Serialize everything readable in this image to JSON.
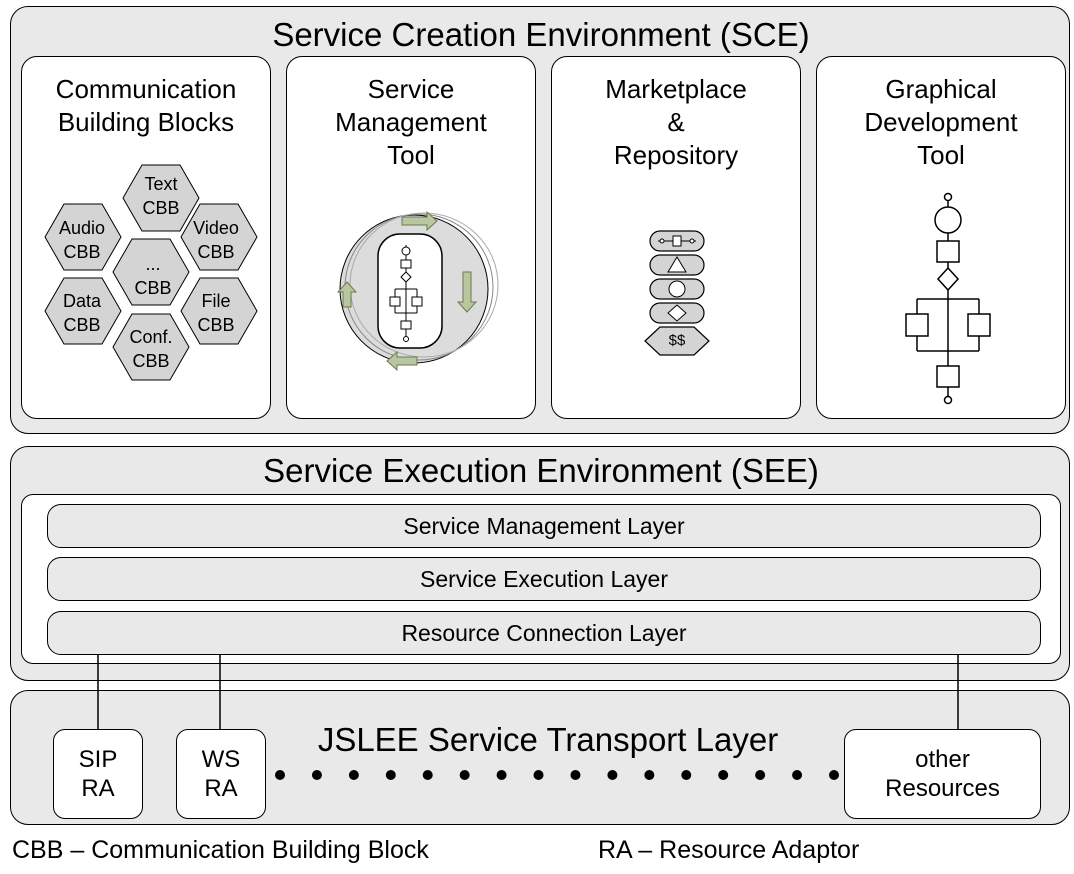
{
  "sce": {
    "title": "Service Creation Environment (SCE)",
    "panels": [
      {
        "title": "Communication\nBuilding Blocks"
      },
      {
        "title": "Service\nManagement\nTool"
      },
      {
        "title": "Marketplace\n&\nRepository"
      },
      {
        "title": "Graphical\nDevelopment\nTool"
      }
    ],
    "cbb_hexes": [
      {
        "label": "Text\nCBB"
      },
      {
        "label": "Audio\nCBB"
      },
      {
        "label": "Video\nCBB"
      },
      {
        "label": "...\nCBB"
      },
      {
        "label": "Data\nCBB"
      },
      {
        "label": "File\nCBB"
      },
      {
        "label": "Conf.\nCBB"
      }
    ],
    "marketplace_price": "$$"
  },
  "see": {
    "title": "Service Execution Environment (SEE)",
    "layers": [
      "Service Management Layer",
      "Service Execution Layer",
      "Resource Connection Layer"
    ]
  },
  "transport": {
    "title": "JSLEE Service Transport Layer",
    "adaptors": [
      {
        "label": "SIP\nRA"
      },
      {
        "label": "WS\nRA"
      },
      {
        "label": "other\nResources"
      }
    ]
  },
  "legend": {
    "cbb": "CBB – Communication Building Block",
    "ra": "RA – Resource Adaptor"
  },
  "colors": {
    "env_fill": "#e9e9e9",
    "hex_fill": "#d4d4d4",
    "arrow_fill": "#b9c7a1"
  }
}
